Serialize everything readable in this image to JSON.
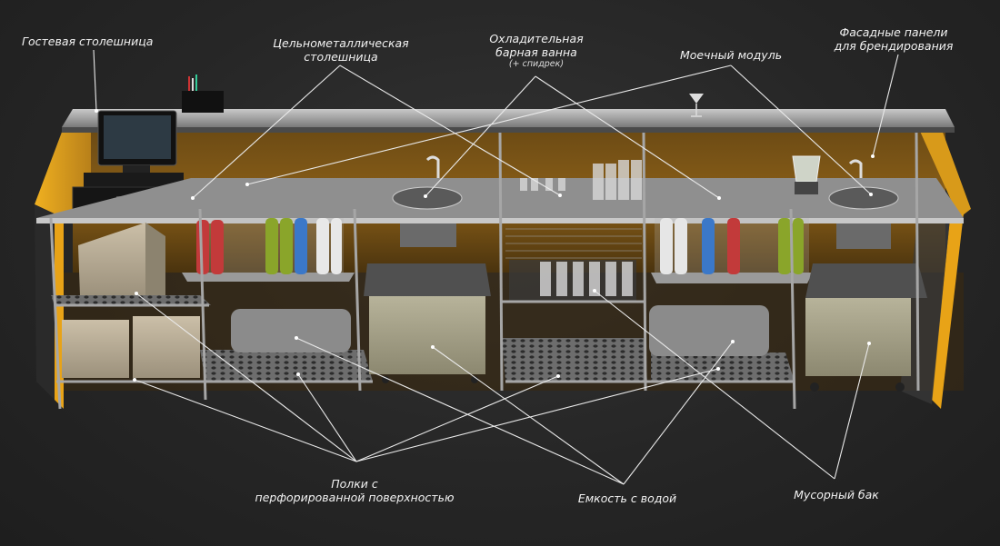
{
  "labels": {
    "guest_counter": "Гостевая столешница",
    "metal_top_line1": "Цельнометаллическая",
    "metal_top_line2": "столешница",
    "cooling_line1": "Охладительная",
    "cooling_line2": "барная ванна",
    "cooling_note": "(+ спидрек)",
    "washing_module": "Моечный модуль",
    "facade_line1": "Фасадные панели",
    "facade_line2": "для брендирования",
    "shelves_line1": "Полки с",
    "shelves_line2": "перфорированной поверхностью",
    "water_tank": "Емкость с водой",
    "trash_bin": "Мусорный бак"
  },
  "colors": {
    "background": "#262626",
    "accent_amber": "#e8a317",
    "steel": "#9a9a9a",
    "label_text": "#f2f2f2"
  },
  "icons": [
    "pos-terminal-icon",
    "cocktail-glass-icon",
    "blender-icon",
    "bottle-icon"
  ]
}
